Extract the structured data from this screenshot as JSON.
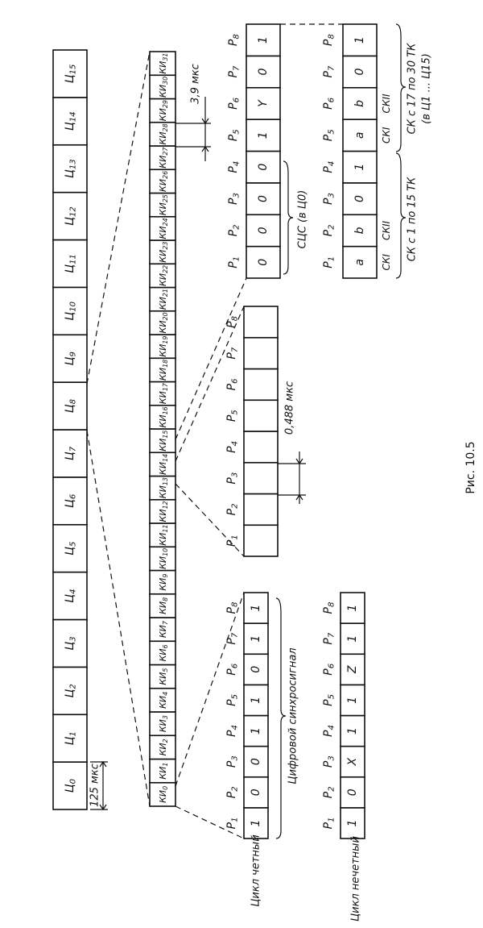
{
  "frames": [
    "Ц0",
    "Ц1",
    "Ц2",
    "Ц3",
    "Ц4",
    "Ц5",
    "Ц6",
    "Ц7",
    "Ц8",
    "Ц9",
    "Ц10",
    "Ц11",
    "Ц12",
    "Ц13",
    "Ц14",
    "Ц15"
  ],
  "frame_duration": "125 мкс",
  "channels": [
    "КИ0",
    "КИ1",
    "КИ2",
    "КИ3",
    "КИ4",
    "КИ5",
    "КИ6",
    "КИ7",
    "КИ8",
    "КИ9",
    "КИ10",
    "КИ11",
    "КИ12",
    "КИ13",
    "КИ14",
    "КИ15",
    "КИ16",
    "КИ17",
    "КИ18",
    "КИ19",
    "КИ20",
    "КИ21",
    "КИ22",
    "КИ23",
    "КИ24",
    "КИ25",
    "КИ26",
    "КИ27",
    "КИ28",
    "КИ29",
    "КИ30",
    "КИ31"
  ],
  "channel_duration": "3,9 мкс",
  "bit_duration": "0,488 мкс",
  "bit_labels": [
    "P1",
    "P2",
    "P3",
    "P4",
    "P5",
    "P6",
    "P7",
    "P8"
  ],
  "even_cycle": {
    "label": "Цикл четный",
    "bits": [
      "1",
      "0",
      "0",
      "1",
      "1",
      "0",
      "1",
      "1"
    ],
    "caption": "Цифровой синхросигнал"
  },
  "odd_cycle": {
    "label": "Цикл нечетный",
    "bits": [
      "1",
      "0",
      "X",
      "1",
      "1",
      "Z",
      "1",
      "1"
    ]
  },
  "cas_word": {
    "bits": [
      "0",
      "0",
      "0",
      "0",
      "1",
      "Y",
      "0",
      "1"
    ],
    "caption": "СЦС (в Ц0)"
  },
  "sk_word": {
    "bits": [
      "a",
      "b",
      "0",
      "1",
      "a",
      "b",
      "0",
      "1"
    ],
    "sub_labels": [
      "СКI",
      "СКII",
      "СКI",
      "СКII"
    ],
    "caption_left": "СК с 1 по 15 ТК",
    "caption_right": "СК с 17 по 30 ТК",
    "caption_note": "(в Ц1 ... Ц15)"
  },
  "figure_caption": "Рис. 10.5"
}
